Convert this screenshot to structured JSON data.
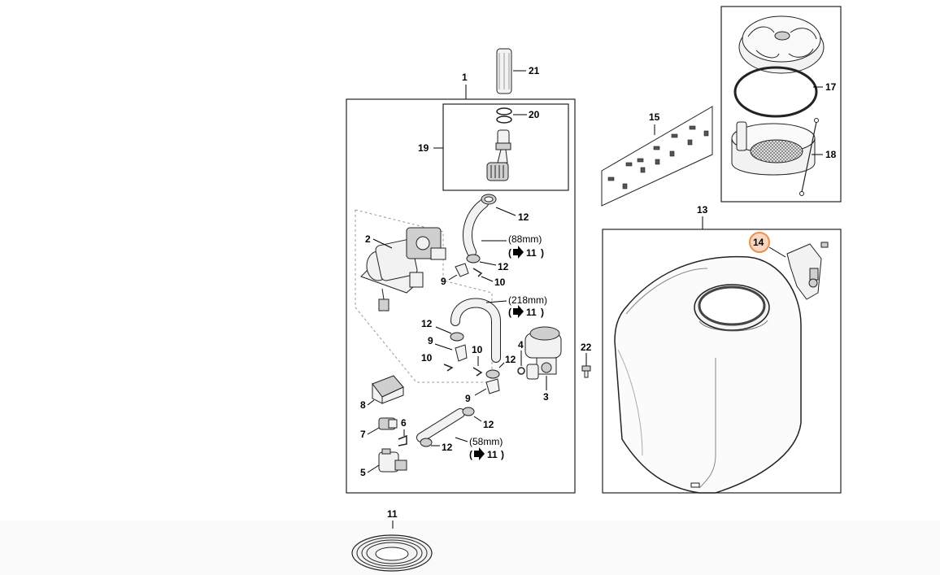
{
  "colors": {
    "highlight_fill": "#f8d6bf",
    "highlight_stroke": "#e8914f",
    "ink": "#000000"
  },
  "highlighted_part": "14",
  "callouts": {
    "p1": "1",
    "p2": "2",
    "p3": "3",
    "p4": "4",
    "p5": "5",
    "p6": "6",
    "p7": "7",
    "p8": "8",
    "p9a": "9",
    "p9b": "9",
    "p9c": "9",
    "p10a": "10",
    "p10b": "10",
    "p10c": "10",
    "p11": "11",
    "p12a": "12",
    "p12b": "12",
    "p12c": "12",
    "p12d": "12",
    "p12e": "12",
    "p12f": "12",
    "p13": "13",
    "p14": "14",
    "p15": "15",
    "p17": "17",
    "p18": "18",
    "p19": "19",
    "p20": "20",
    "p21": "21",
    "p22": "22"
  },
  "hose_lengths": {
    "h88": "(88mm)",
    "h218": "(218mm)",
    "h58": "(58mm)",
    "ref_open": "(",
    "ref_close": ")",
    "ref_part": "11"
  }
}
